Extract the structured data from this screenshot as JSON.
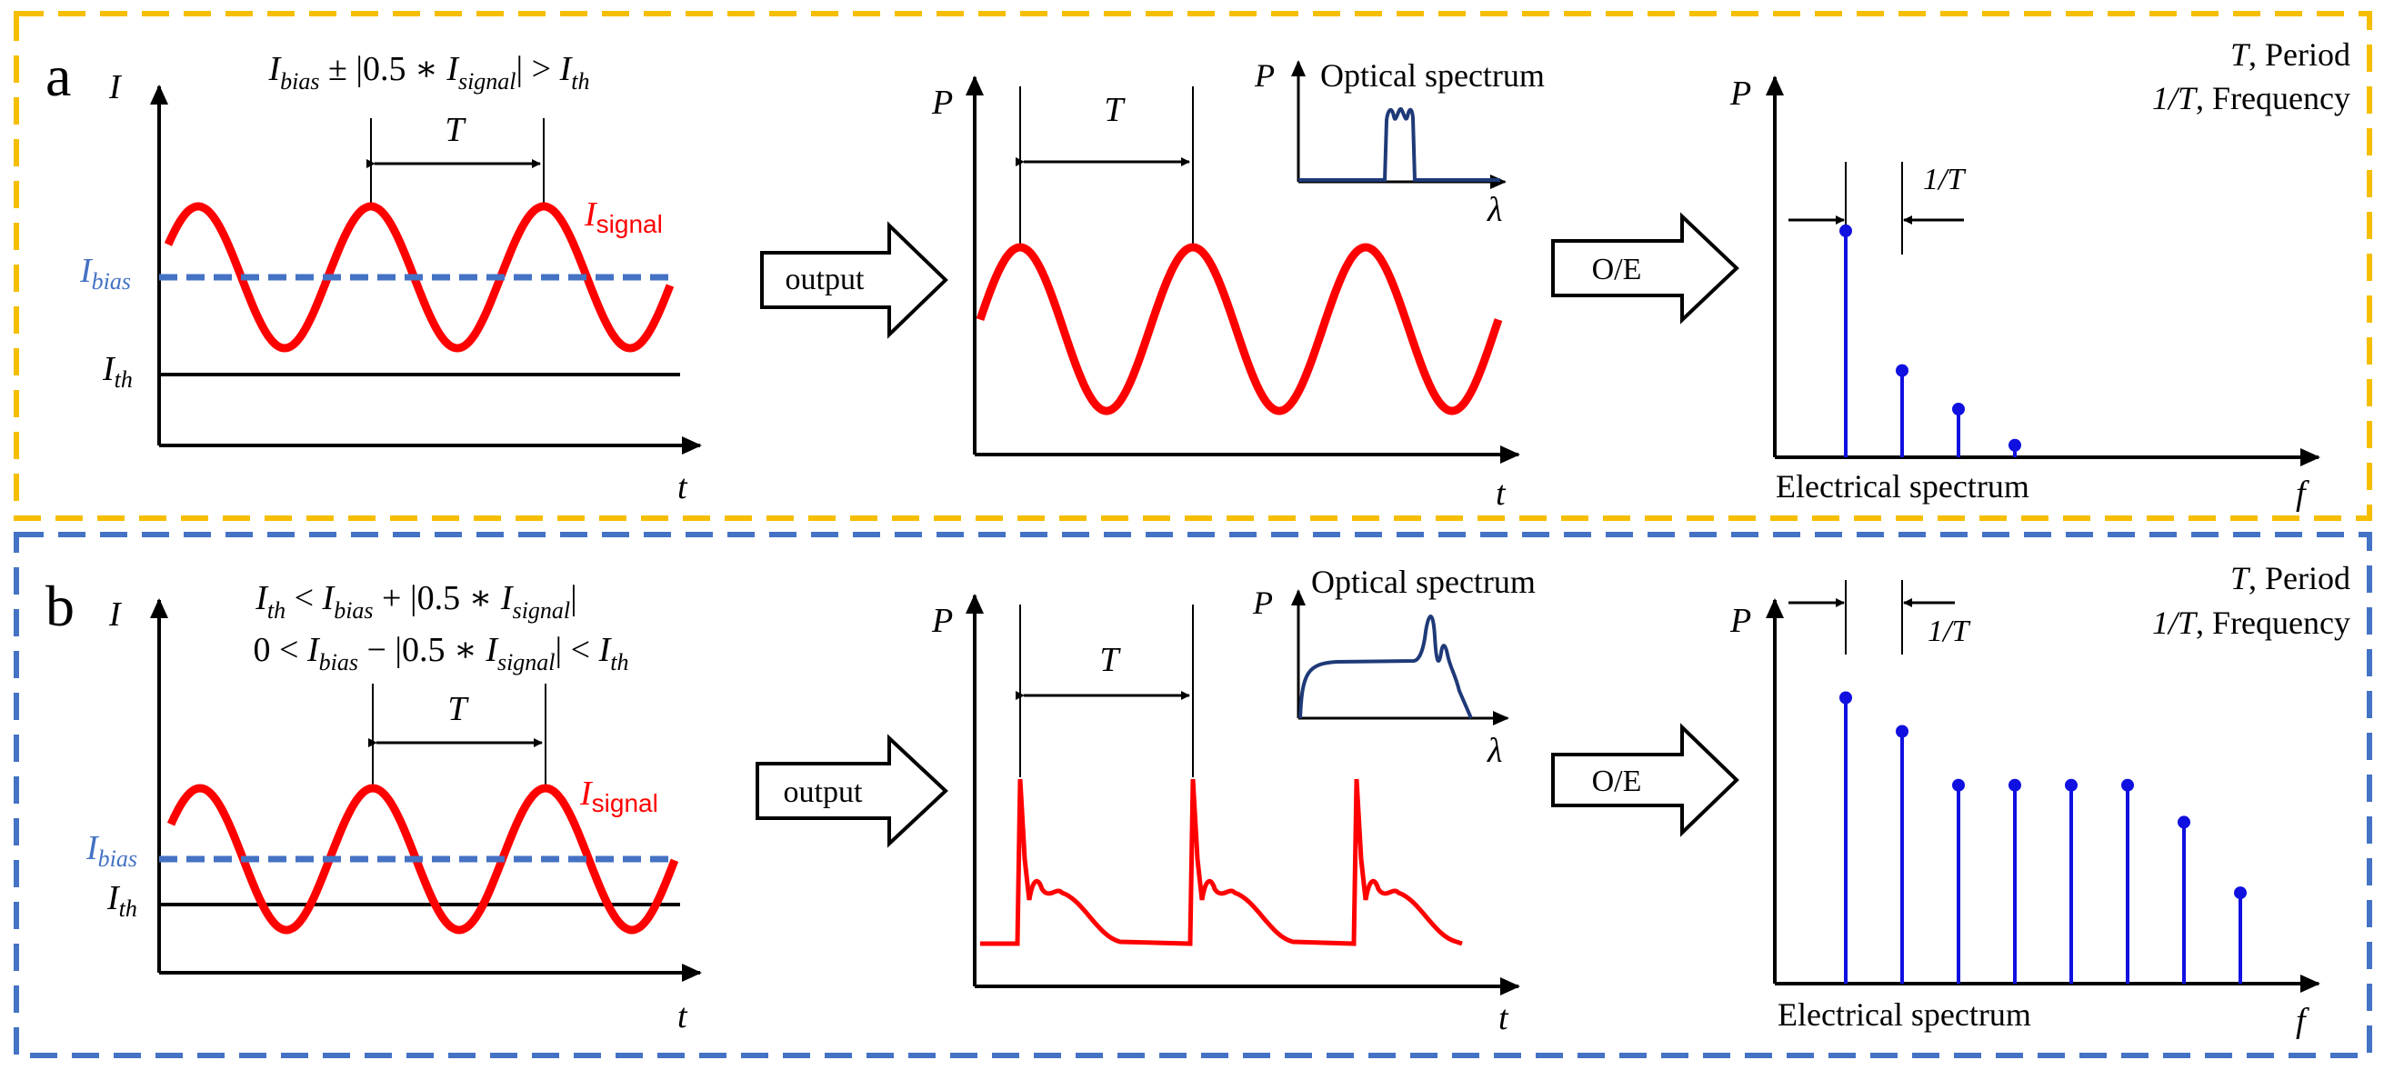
{
  "colors": {
    "panel_a_border": "#F5BE00",
    "panel_b_border": "#4472C4",
    "signal": "#FF0000",
    "bias": "#4472C4",
    "threshold": "#000000",
    "optical_spectrum": "#1F3A78",
    "spectral_line": "#1010E0"
  },
  "panel_a": {
    "label": "a",
    "current_axis": "I",
    "time_axis": "t",
    "condition": {
      "I1": "I",
      "bias": "bias",
      "pm": " ± ",
      "open": "|0.5 ∗ ",
      "I2": "I",
      "signal": "signal",
      "close": "| > ",
      "I3": "I",
      "th": "th"
    },
    "period_label": "T",
    "signal_I": "I",
    "signal_sub": "signal",
    "bias_I": "I",
    "bias_sub": "bias",
    "th_I": "I",
    "th_sub": "th",
    "output_label": "output",
    "power_axis": "P",
    "output_period": "T",
    "optical_spectrum_title": "Optical spectrum",
    "optical_P": "P",
    "optical_lambda": "λ",
    "oe_label": "O/E",
    "elec_P": "P",
    "elec_f": "f",
    "elec_title": "Electrical spectrum",
    "inv_T": "1/T",
    "legend_T": "T",
    "legend_T_text": ", Period",
    "legend_invT": "1/T",
    "legend_invT_text": ", Frequency"
  },
  "panel_b": {
    "label": "b",
    "current_axis": "I",
    "time_axis": "t",
    "condition1": {
      "I1": "I",
      "th": "th",
      "lt": " < ",
      "I2": "I",
      "bias": "bias",
      "plus": " + ",
      "open": "|0.5 ∗ ",
      "I3": "I",
      "signal": "signal",
      "close": "|"
    },
    "condition2": {
      "zero": "0 < ",
      "I1": "I",
      "bias": "bias",
      "minus": " − ",
      "open": "|0.5 ∗ ",
      "I2": "I",
      "signal": "signal",
      "close": "| < ",
      "I3": "I",
      "th": "th"
    },
    "period_label": "T",
    "signal_I": "I",
    "signal_sub": "signal",
    "bias_I": "I",
    "bias_sub": "bias",
    "th_I": "I",
    "th_sub": "th",
    "output_label": "output",
    "power_axis": "P",
    "output_period": "T",
    "optical_spectrum_title": "Optical spectrum",
    "optical_P": "P",
    "optical_lambda": "λ",
    "oe_label": "O/E",
    "elec_P": "P",
    "elec_f": "f",
    "elec_title": "Electrical spectrum",
    "inv_T": "1/T",
    "legend_T": "T",
    "legend_T_text": ", Period",
    "legend_invT": "1/T",
    "legend_invT_text": ", Frequency"
  },
  "chart_data": [
    {
      "type": "scatter",
      "title": "Electrical spectrum",
      "panel": "a",
      "xlabel": "f",
      "ylabel": "P",
      "x": [
        1,
        2,
        3,
        4
      ],
      "values": [
        0.94,
        0.36,
        0.2,
        0.05
      ]
    },
    {
      "type": "scatter",
      "title": "Electrical spectrum",
      "panel": "b",
      "xlabel": "f",
      "ylabel": "P",
      "x": [
        1,
        2,
        3,
        4,
        5,
        6,
        7,
        8
      ],
      "values": [
        0.85,
        0.75,
        0.59,
        0.59,
        0.59,
        0.59,
        0.48,
        0.27
      ]
    }
  ]
}
